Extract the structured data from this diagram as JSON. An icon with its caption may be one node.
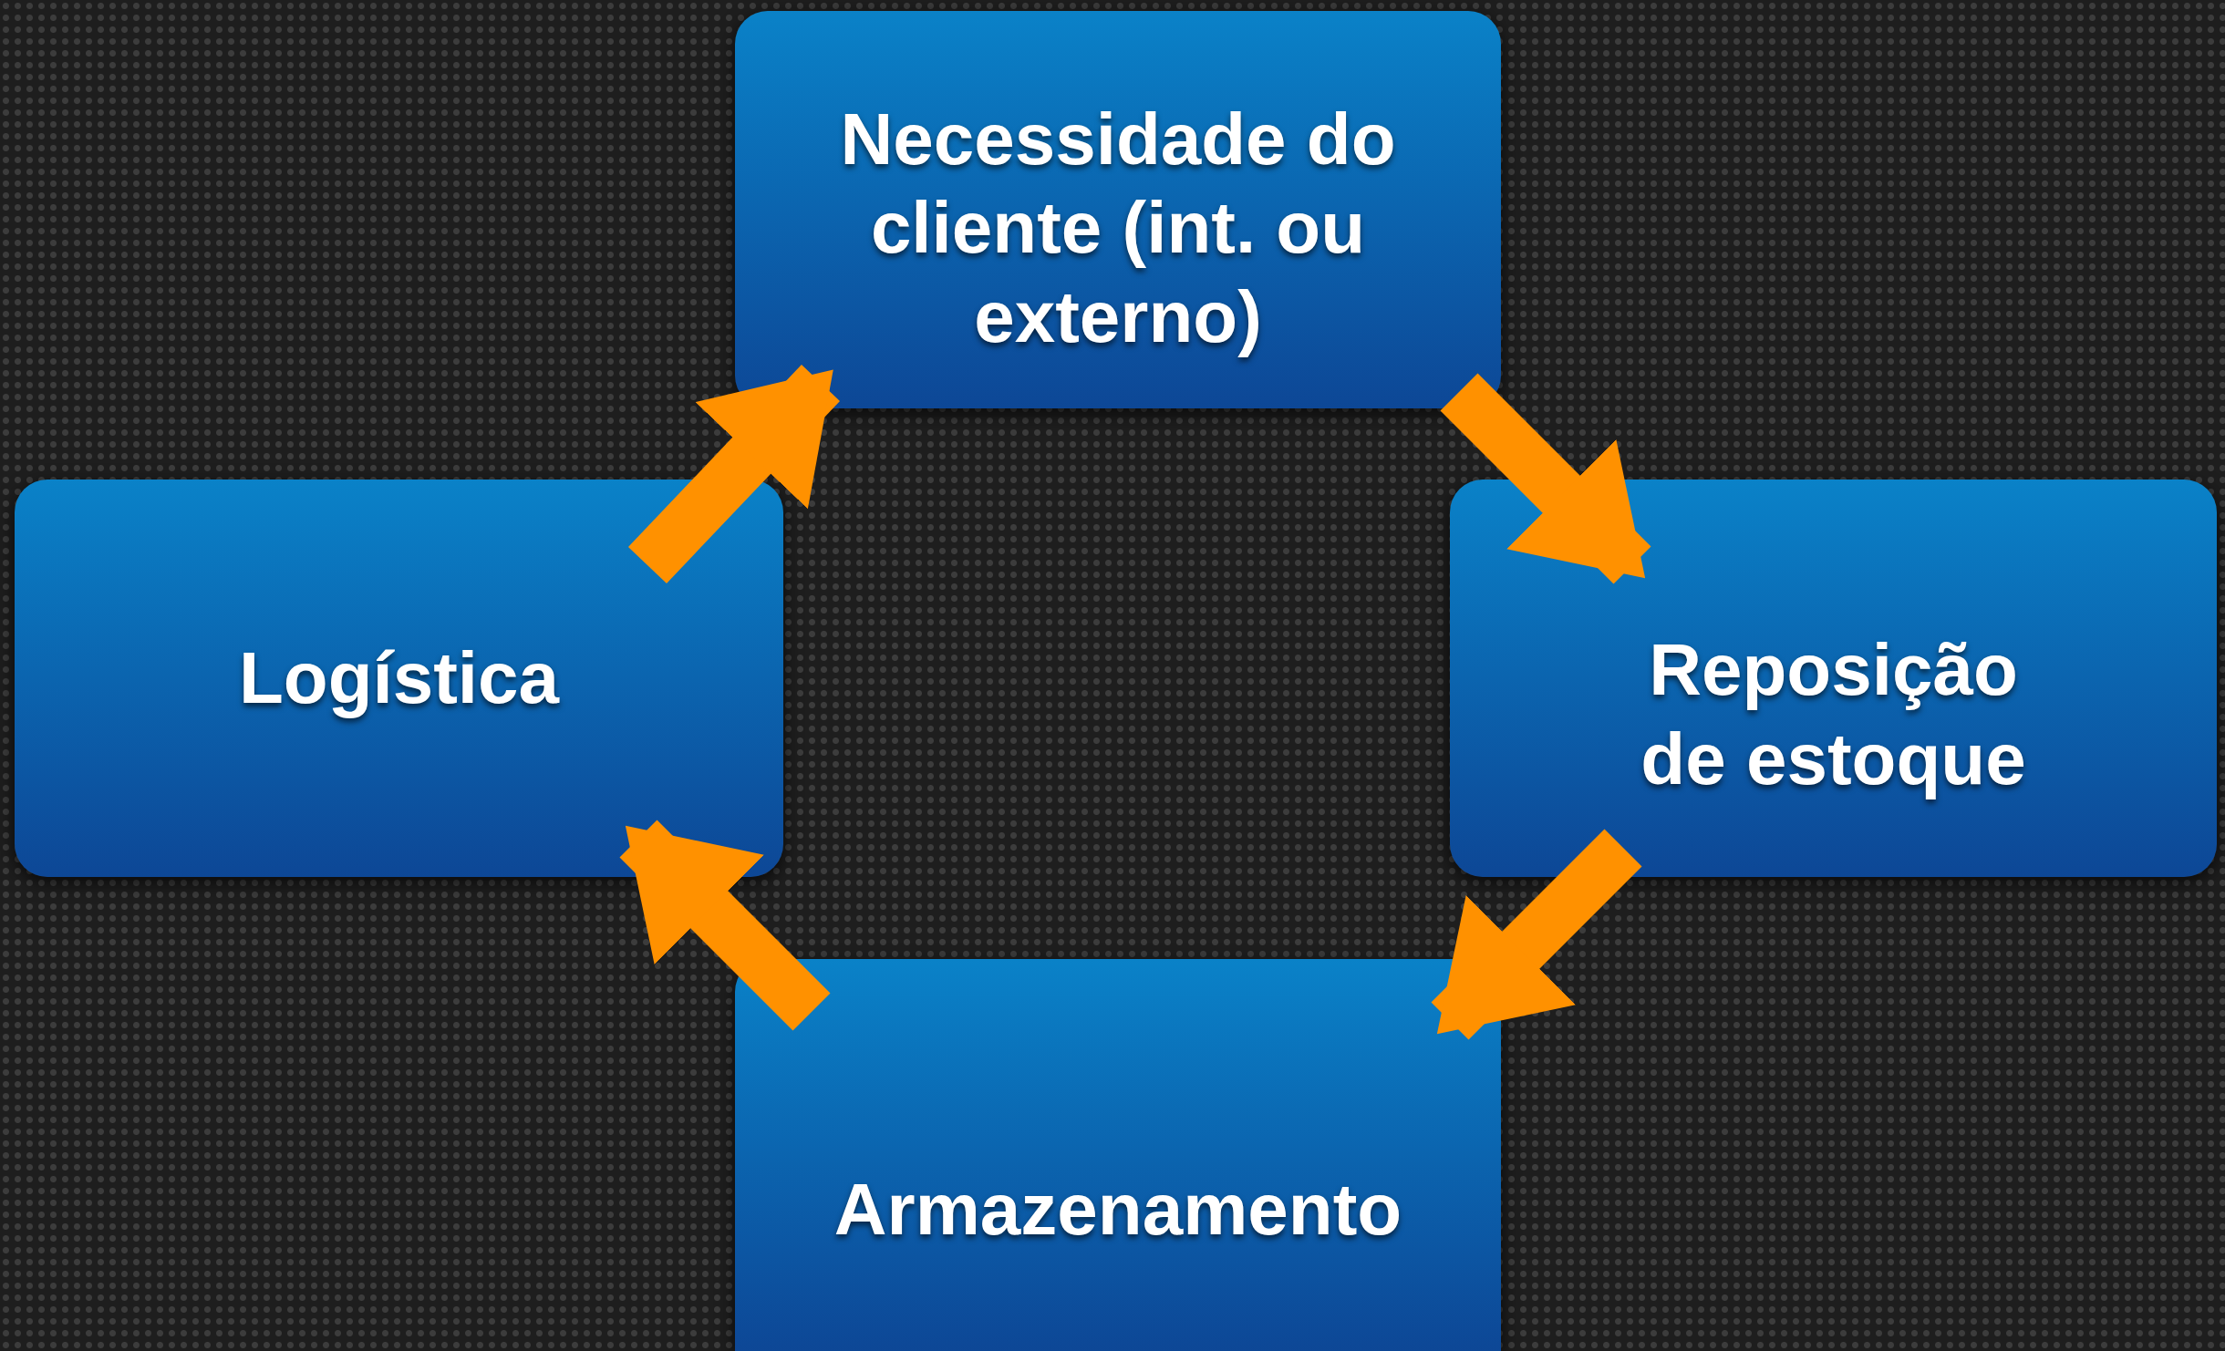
{
  "diagram": {
    "nodes": [
      {
        "text": [
          "Necessidade do cliente (int. ou externo)"
        ]
      },
      {
        "text": [
          "Reposição de estoque"
        ]
      },
      {
        "text": [
          "Armazenamento"
        ]
      },
      {
        "text": [
          "Logística"
        ]
      }
    ],
    "edges": [
      {
        "from": 0,
        "to": 1,
        "arrow": "to"
      },
      {
        "from": 1,
        "to": 2,
        "arrow": "to"
      },
      {
        "from": 2,
        "to": 3,
        "arrow": "to"
      },
      {
        "from": 3,
        "to": 0,
        "arrow": "to"
      }
    ]
  }
}
